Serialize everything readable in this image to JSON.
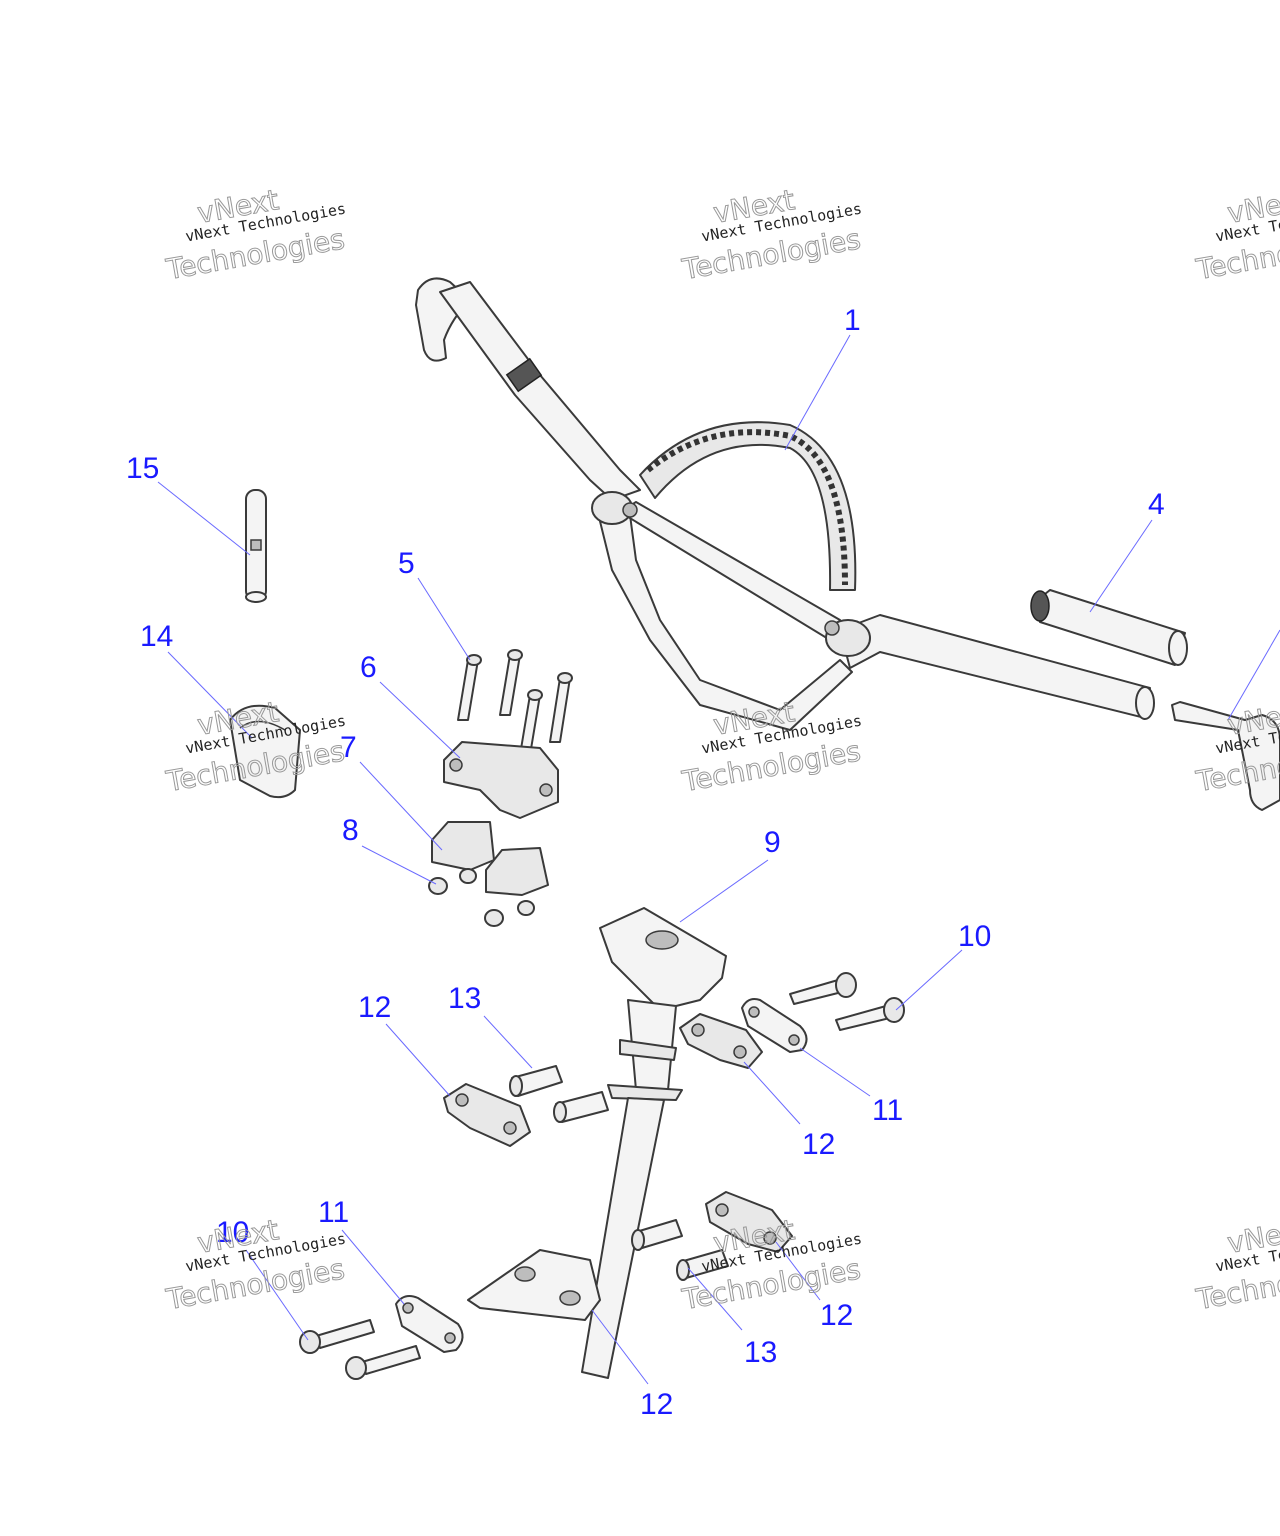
{
  "watermark": {
    "line_small": "vNext Technologies",
    "line_big_1": "vNext",
    "line_big_2": "Technologies"
  },
  "callouts": {
    "c1": "1",
    "c4": "4",
    "c5": "5",
    "c6": "6",
    "c7": "7",
    "c8": "8",
    "c9": "9",
    "c10a": "10",
    "c10b": "10",
    "c11a": "11",
    "c11b": "11",
    "c12a": "12",
    "c12b": "12",
    "c12c": "12",
    "c12d": "12",
    "c13a": "13",
    "c13b": "13",
    "c14": "14",
    "c15": "15"
  }
}
